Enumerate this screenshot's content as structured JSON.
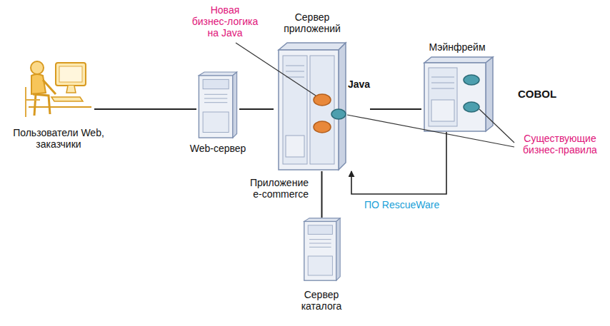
{
  "diagram": {
    "nodes": [
      {
        "text": [
          "Пользователи Web, заказчики"
        ]
      },
      {
        "text": [
          "Web-сервер"
        ]
      },
      {
        "text": [
          "Сервер приложений",
          "Java"
        ]
      },
      {
        "text": [
          "Мэйнфрейм",
          "COBOL"
        ]
      },
      {
        "text": [
          "Сервер каталога"
        ]
      }
    ],
    "edges": [
      {
        "from": 0,
        "to": 1,
        "arrow": "none"
      },
      {
        "from": 1,
        "to": 2,
        "arrow": "none"
      },
      {
        "from": 2,
        "to": 3,
        "arrow": "none"
      },
      {
        "from": 2,
        "to": 4,
        "arrow": "none",
        "label": "Приложение e-commerce"
      },
      {
        "from": 3,
        "to": 2,
        "arrow": "to",
        "label": "ПО RescueWare"
      }
    ],
    "labels": [
      "Новая бизнес-логика на Java",
      "Существующие бизнес-правила"
    ]
  }
}
